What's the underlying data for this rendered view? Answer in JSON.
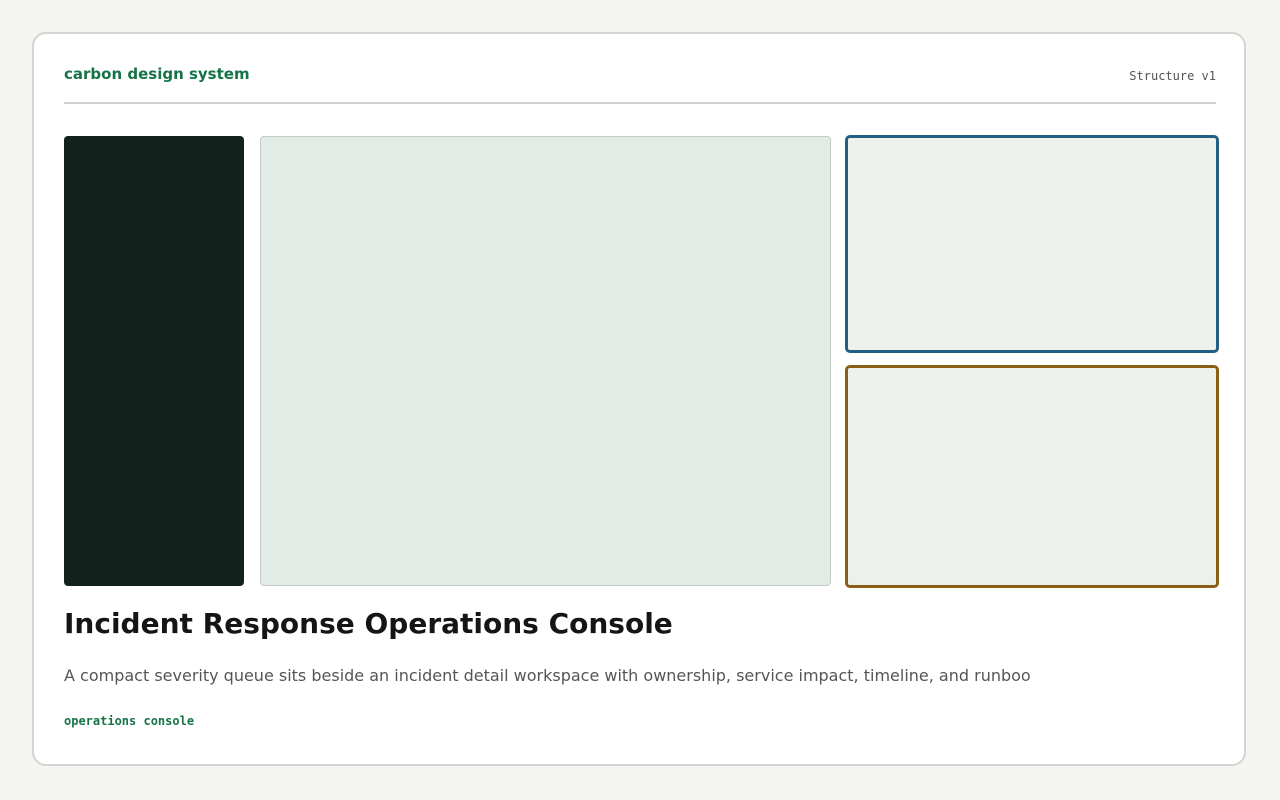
{
  "header": {
    "brand": "carbon design system",
    "version": "Structure v1"
  },
  "main": {
    "title": "Incident Response Operations Console",
    "description": "A compact severity queue sits beside an incident detail workspace with ownership, service impact, timeline, and runboo",
    "tag": "operations console"
  },
  "colors": {
    "accent": "#157347",
    "queue_panel": "#11221c",
    "detail_panel": "#e3ebe6",
    "top_panel_border": "#245e82",
    "bottom_panel_border": "#8a5f17",
    "panel_fill": "#edf1ec"
  }
}
